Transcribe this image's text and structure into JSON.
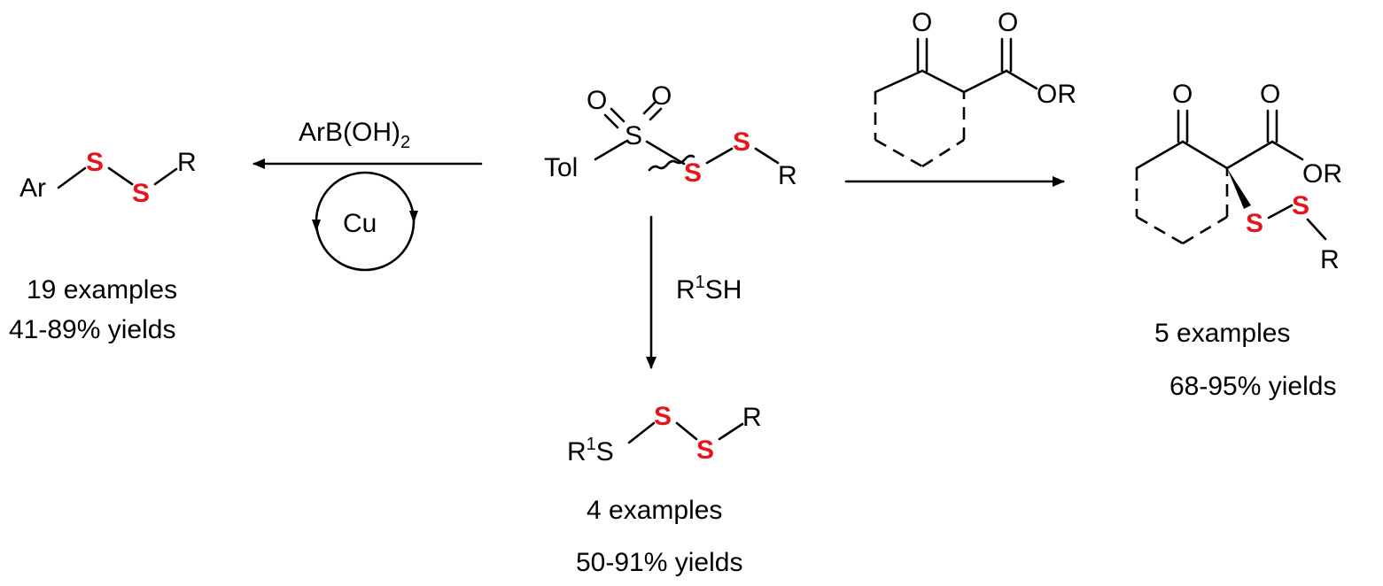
{
  "reagent": {
    "o_top_left": "O",
    "o_top_right": "O",
    "sulfonyl_s": "S",
    "tol": "Tol",
    "s_red_1": "S",
    "s_red_2": "S",
    "r": "R"
  },
  "left": {
    "reagent_main": "ArB(OH)",
    "reagent_sub": "2",
    "catalyst": "Cu",
    "product_ar": "Ar",
    "product_s1": "S",
    "product_s2": "S",
    "product_r": "R",
    "examples": "19 examples",
    "yields": "41-89% yields"
  },
  "bottom": {
    "reagent_r": "R",
    "reagent_sup": "1",
    "reagent_sh": "SH",
    "product_r": "R",
    "product_sup": "1",
    "product_s": "S",
    "product_s_red_1": "S",
    "product_s_red_2": "S",
    "product_r_end": "R",
    "examples": "4 examples",
    "yields": "50-91% yields"
  },
  "right": {
    "reagent_o_ketone": "O",
    "reagent_o_ester": "O",
    "reagent_or": "OR",
    "product_o_ketone": "O",
    "product_o_ester": "O",
    "product_or": "OR",
    "product_s_red_1": "S",
    "product_s_red_2": "S",
    "product_r": "R",
    "examples": "5 examples",
    "yields": "68-95% yields"
  },
  "colors": {
    "highlight_sulfur": "#e8141c",
    "ink": "#000000"
  }
}
